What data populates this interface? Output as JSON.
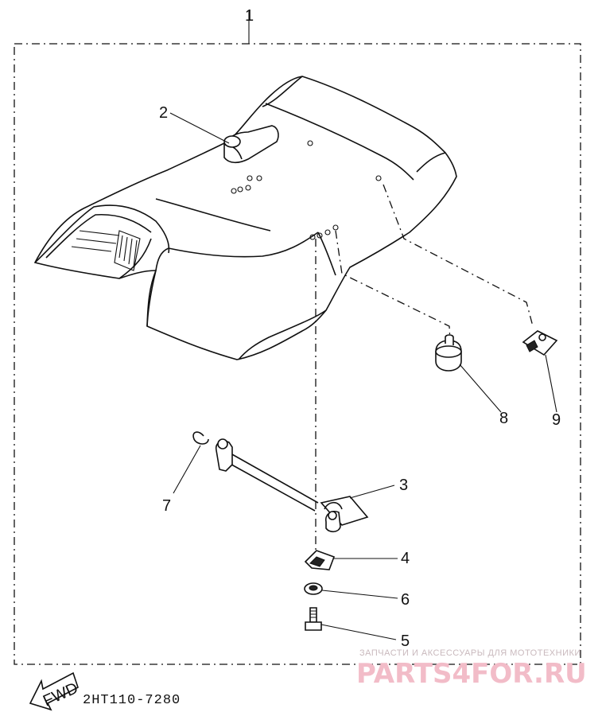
{
  "labels": {
    "p1": "1",
    "p2": "2",
    "p3": "3",
    "p4": "4",
    "p5": "5",
    "p6": "6",
    "p7": "7",
    "p8": "8",
    "p9": "9"
  },
  "fwd_label": "FWD",
  "diagram_code": "2HT110-7280",
  "watermark": {
    "tagline": "ЗАПЧАСТИ И АКСЕССУАРЫ ДЛЯ МОТОТЕХНИКИ",
    "site": "PARTS4FOR.RU"
  },
  "colors": {
    "ink": "#111111",
    "watermark": "#f2bcc8",
    "background": "#ffffff"
  }
}
